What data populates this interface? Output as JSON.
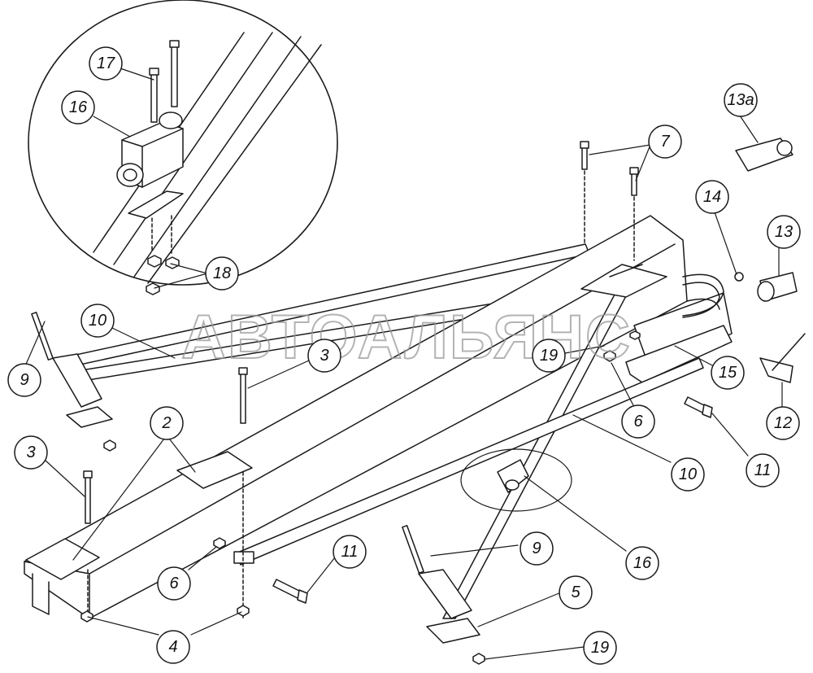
{
  "watermark": "АВТОАЛЬЯНС",
  "callouts": [
    "17",
    "16",
    "18",
    "13а",
    "7",
    "14",
    "13",
    "10",
    "9",
    "3",
    "19",
    "15",
    "6",
    "12",
    "11",
    "3",
    "2",
    "10",
    "11",
    "6",
    "9",
    "16",
    "4",
    "5",
    "19"
  ],
  "colors": {
    "line": "#1a1a1a",
    "fill": "#ffffff",
    "watermark": "#9a9a9a"
  }
}
